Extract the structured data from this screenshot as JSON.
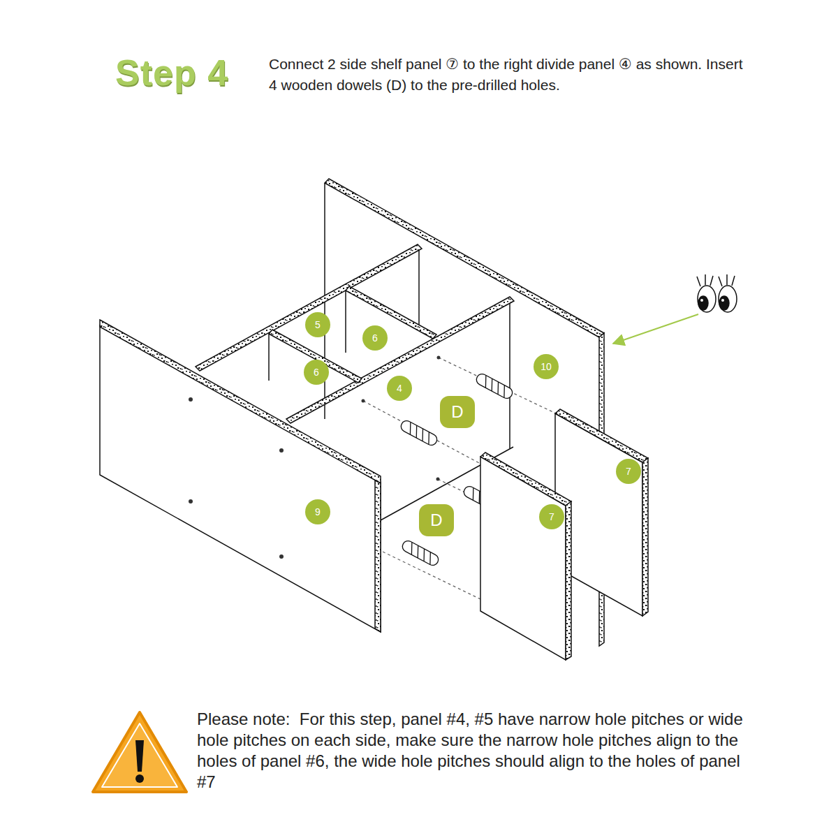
{
  "diagram": {
    "title": "Step 4",
    "labels": [
      "Connect 2 side shelf panel ⑦ to the right divide panel ④ as shown. Insert 4 wooden dowels (D) to the pre-drilled holes.",
      "5",
      "6",
      "6",
      "10",
      "4",
      "D",
      "7",
      "9",
      "7",
      "D",
      "Please note:  For this step, panel #4, #5 have narrow hole pitches or wide hole pitches on each side, make sure the narrow hole pitches align to the holes of panel #6, the wide hole pitches should align to the holes of panel #7"
    ]
  }
}
